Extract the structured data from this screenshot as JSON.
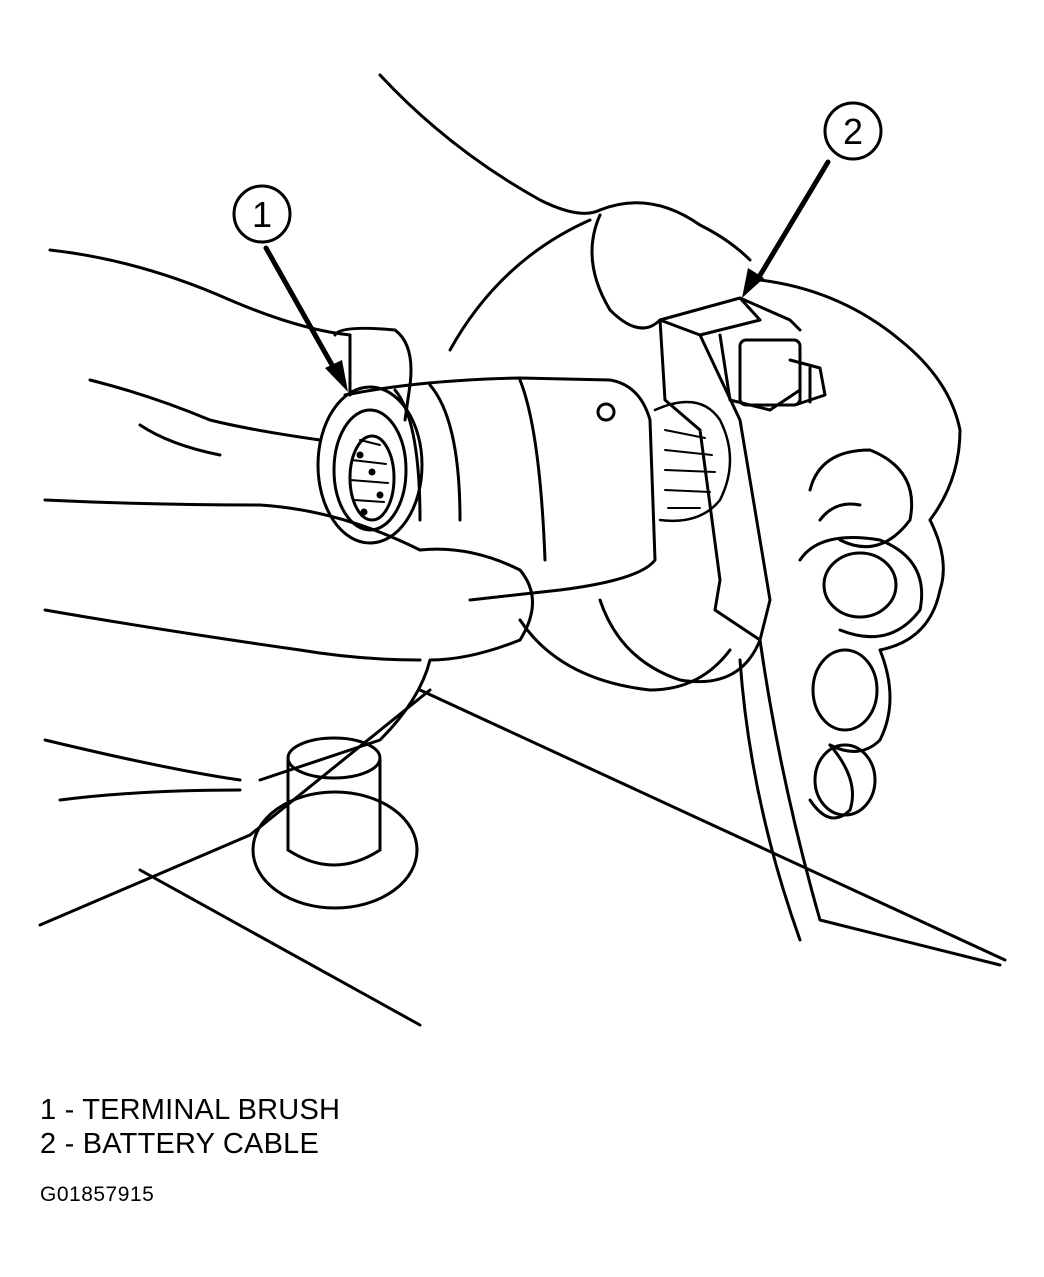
{
  "diagram": {
    "callouts": [
      {
        "number": "1"
      },
      {
        "number": "2"
      }
    ]
  },
  "legend": {
    "items": [
      {
        "number": "1",
        "separator": " - ",
        "label": "TERMINAL BRUSH"
      },
      {
        "number": "2",
        "separator": " - ",
        "label": "BATTERY CABLE"
      }
    ]
  },
  "figure_id": "G01857915",
  "colors": {
    "ink": "#000000",
    "paper": "#ffffff"
  }
}
